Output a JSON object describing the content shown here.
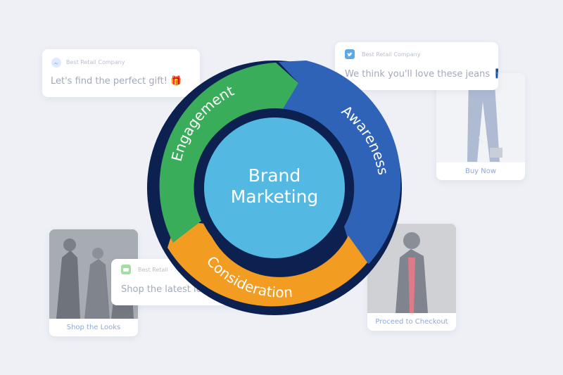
{
  "diagram": {
    "center_line1": "Brand",
    "center_line2": "Marketing",
    "segments": [
      {
        "label": "Awareness",
        "color": "#2f63b8"
      },
      {
        "label": "Consideration",
        "color": "#f29d21"
      },
      {
        "label": "Engagement",
        "color": "#3aad5b"
      }
    ],
    "center_color": "#53b9e2",
    "ring_color": "#0d2150"
  },
  "cards": {
    "messenger": {
      "sender": "Best Retail Company",
      "message": "Let's find the perfect gift! 🎁"
    },
    "twitter": {
      "sender": "Best Retail Company",
      "message": "We think you'll love these jeans 👖"
    },
    "jeans": {
      "cta": "Buy Now"
    },
    "sms": {
      "sender": "Best Retail",
      "message": "Shop the latest lo"
    },
    "looks": {
      "cta": "Shop the Looks"
    },
    "checkout": {
      "cta": "Proceed to Checkout"
    }
  }
}
